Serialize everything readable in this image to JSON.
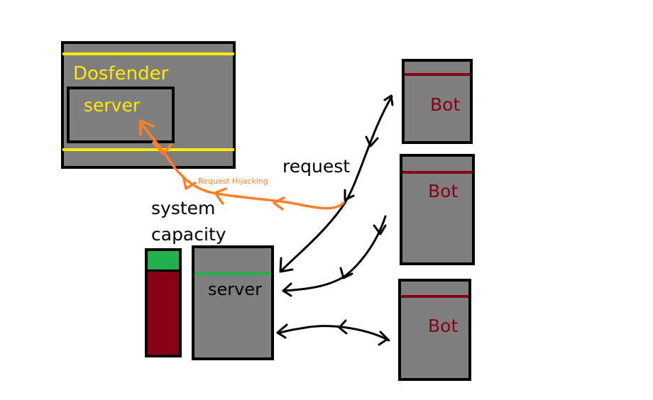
{
  "dosfender": {
    "title": "Dosfender",
    "inner_label": "server"
  },
  "main_server": {
    "label": "server"
  },
  "capacity": {
    "line1": "system",
    "line2": "capacity",
    "used_fraction": 0.8
  },
  "request_label": "request",
  "hijack_label": "Request Hijacking",
  "bots": [
    {
      "label": "Bot"
    },
    {
      "label": "Bot"
    },
    {
      "label": "Bot"
    }
  ],
  "colors": {
    "box_fill": "#7f7f7f",
    "dosfender_accent": "#ffeb00",
    "bot_accent": "#880015",
    "server_accent": "#22b14c",
    "hijack_arrow": "#ff7f27",
    "capacity_used": "#880015",
    "capacity_free": "#22b14c"
  }
}
